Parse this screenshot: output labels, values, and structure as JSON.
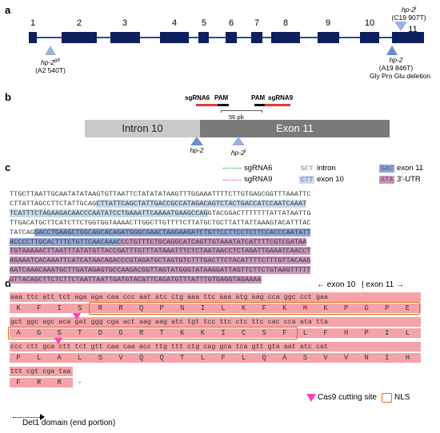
{
  "panels": {
    "a": "a",
    "b": "b",
    "c": "c",
    "d": "d"
  },
  "colors": {
    "exon": "#0d1f5c",
    "line": "#2a4a9a",
    "triangle": "#9bb3de",
    "cut": "#ff3fb4",
    "nls": "#e06a1a"
  },
  "panel_a": {
    "exons": [
      "1",
      "2",
      "3",
      "4",
      "5",
      "6",
      "7",
      "8",
      "9",
      "10",
      "11"
    ],
    "hp2g9": {
      "name": "hp-2",
      "sup": "g9",
      "mut": "(A2 540T)"
    },
    "hp2j_top": {
      "name": "hp-2",
      "sup": "j",
      "mut": "(C19 907T)"
    },
    "hp2_bottom": {
      "name": "hp-2",
      "mut": "(A19 846T)",
      "effect": "Gly Pro Glu deletion"
    }
  },
  "panel_b": {
    "sgRNA6": "sgRNA6",
    "pam1": "PAM",
    "pam2": "PAM",
    "sgRNA9": "sgRNA9",
    "distance": "56 pb",
    "intron_label": "Intron 10",
    "exon_label": "Exon 11",
    "tri1": "hp-2",
    "tri2": "hp-2",
    "tri2_sup": "j"
  },
  "panel_c": {
    "legend": {
      "sgRNA6": "sgRNA6",
      "sgRNA9": "sgRNA9",
      "intron_code": "GCT",
      "intron": "intron",
      "exon10_code": "CTT",
      "exon10": "exon 10",
      "exon11_code": "GAC",
      "exon11": "exon 11",
      "utr_code": "ATA",
      "utr": "3'-UTR"
    },
    "lines": [
      [
        [
          "n",
          "TTGCTTAATTGCAATATATAAGTGTTAATTCTATATATAAGTTTGGAAATTTTCTTGTGAGCGGTTTAAATTC"
        ]
      ],
      [
        [
          "n",
          "CTTATTAGCCTTCTATTGCAG"
        ],
        [
          "u",
          "CTTATTCAGCTATTGACCGCCATAGACAGTCTACTGACCATCCAATCAAAT"
        ]
      ],
      [
        [
          "u",
          "TCATTTCTAGAAGACAACCCAATATCCTGAAATTCAAAATGAAGCCAG"
        ],
        [
          "n",
          "GTACGGACTTTTTTTATTATAATTG"
        ]
      ],
      [
        [
          "n",
          "TTGACATGCTTCATCTTCTGGTGGTAAAACTTGGCTTGTTTTCTTATGCTGCTTATTATTAAAGTACATTTAC"
        ]
      ],
      [
        [
          "n",
          "TATCAG"
        ],
        [
          "e",
          "GACCTGAAGCTGGCAGCACAGATGGGCGAACTAAGAAGATCTGTTCCTTCCTCTTCCACCCAATATT"
        ]
      ],
      [
        [
          "e",
          "ACCCCTTGCACTTTCTGTTCAACAAAC"
        ],
        [
          "r",
          "CCTGTTTCTGCAGGCATCAGTTGTAAATATCATTTTCGTCGATAA"
        ]
      ],
      [
        [
          "r",
          "TGTAAAAACTTAATTTATATGTTACCGATTTGTTTATAAATTTCTCTAATAACCTCTAGATTGAAATCAACCT"
        ]
      ],
      [
        [
          "r",
          "AGAAATCACAAATTCATCATAACAGACCCGTAGATGCTAGTGTCTTTGACTTCTACATTTTCTTTGTTACAAG"
        ]
      ],
      [
        [
          "r",
          "AATCAAACAAATGCTTGATAGAGTGCCAAGACGGTTAGTATGGGTATAAGGATTAGTTCTTCTGTAAGTTTTT"
        ]
      ],
      [
        [
          "r",
          "GTTACAGCTTCTCTTCTAATTAATTGATGTACATTCAGATGTTTATTTGTGAGGTAGAAAA"
        ]
      ]
    ]
  },
  "panel_d": {
    "exon10_label": "← exon 10",
    "exon11_label": "| exon 11 →",
    "rows": [
      {
        "codons": "aaa ttc att tct aga aga caa ccc aat atc ctg aaa ttc aaa atg aag cca ggc cct gaa",
        "aas": [
          "K",
          "F",
          "I",
          "S",
          "R",
          "R",
          "Q",
          "P",
          "N",
          "I",
          "L",
          "K",
          "F",
          "K",
          "M",
          "K",
          "P",
          "G",
          "P",
          "E"
        ]
      },
      {
        "codons": "gct ggc agc aca gat ggg cga act aag aag atc tgt tcc ttc ctc ttc cac cca ata tta",
        "aas": [
          "A",
          "G",
          "S",
          "T",
          "D",
          "G",
          "R",
          "T",
          "K",
          "K",
          "I",
          "C",
          "S",
          "F",
          "L",
          "F",
          "H",
          "P",
          "I",
          "L"
        ]
      },
      {
        "codons": "ccc ctt gca ctt tct gtt caa caa acc ttg ttt ctg cag gca tca gtt gta aat atc cat",
        "aas": [
          "P",
          "L",
          "A",
          "L",
          "S",
          "V",
          "Q",
          "Q",
          "T",
          "L",
          "F",
          "L",
          "Q",
          "A",
          "S",
          "V",
          "V",
          "N",
          "I",
          "H"
        ]
      },
      {
        "codons": "ttt cgt cga taa",
        "aas": [
          "F",
          "R",
          "R",
          "-"
        ]
      }
    ],
    "cas9_legend": "Cas9 cutting site",
    "nls_legend": "NLS",
    "det1": "Det1 domain (end portion)"
  }
}
